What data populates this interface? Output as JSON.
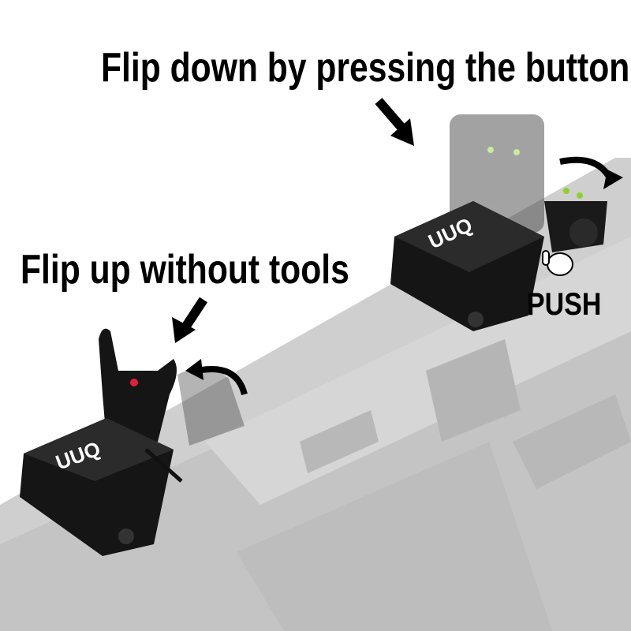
{
  "captions": {
    "flip_down": "Flip down by pressing the button",
    "flip_up": "Flip up without tools",
    "push": "PUSH"
  },
  "brand_logo": "UUQ",
  "colors": {
    "rail": "#c9c9c9",
    "sight_body": "#111111",
    "front_fiber": "#e0203a",
    "rear_fiber": "#8fd12a"
  }
}
